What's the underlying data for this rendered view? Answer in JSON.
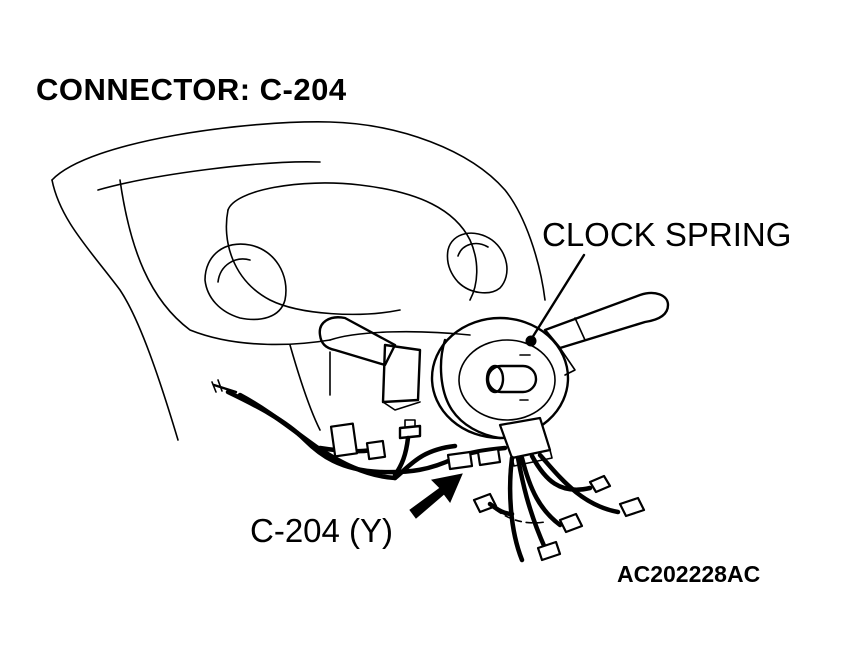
{
  "title": "CONNECTOR: C-204",
  "labels": {
    "clock_spring": "CLOCK SPRING",
    "connector": "C-204 (Y)",
    "figure_id": "AC202228AC"
  },
  "colors": {
    "line": "#000000",
    "background": "#ffffff"
  }
}
